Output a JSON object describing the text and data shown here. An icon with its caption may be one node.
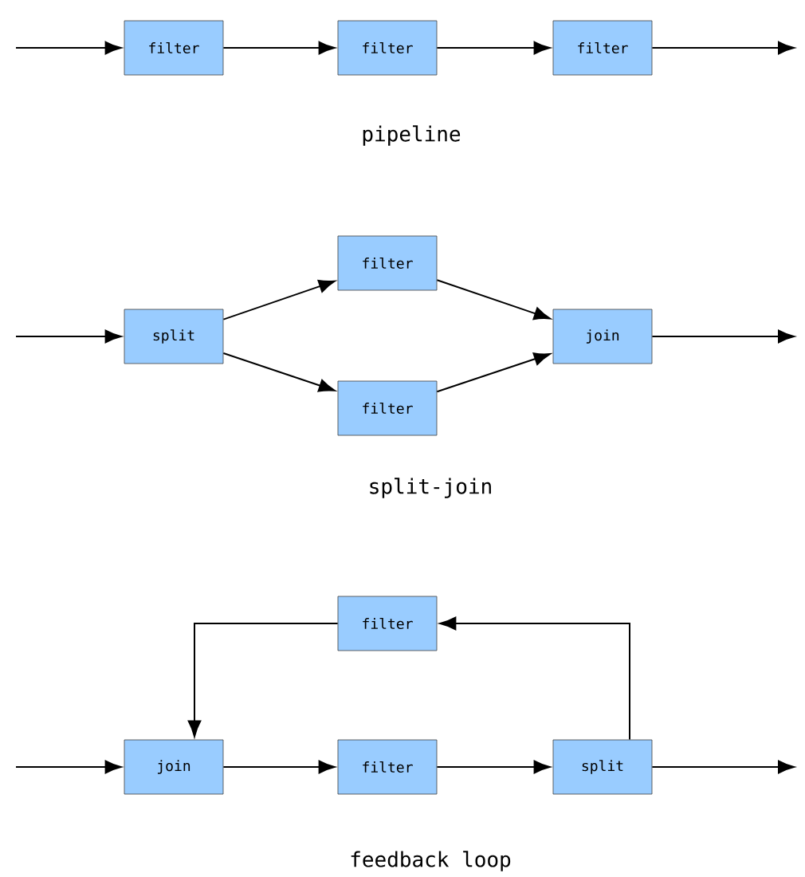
{
  "diagram": {
    "nodes": [
      {
        "text": [
          "filter"
        ]
      },
      {
        "text": [
          "filter"
        ]
      },
      {
        "text": [
          "filter"
        ]
      },
      {
        "text": [
          "split"
        ]
      },
      {
        "text": [
          "filter"
        ]
      },
      {
        "text": [
          "filter"
        ]
      },
      {
        "text": [
          "join"
        ]
      },
      {
        "text": [
          "filter"
        ]
      },
      {
        "text": [
          "join"
        ]
      },
      {
        "text": [
          "filter"
        ]
      },
      {
        "text": [
          "split"
        ]
      }
    ],
    "edges": [
      {
        "from": null,
        "to": 0,
        "arrow": "to"
      },
      {
        "from": 0,
        "to": 1,
        "arrow": "to"
      },
      {
        "from": 1,
        "to": 2,
        "arrow": "to"
      },
      {
        "from": 2,
        "to": null,
        "arrow": "to"
      },
      {
        "from": null,
        "to": 3,
        "arrow": "to"
      },
      {
        "from": 3,
        "to": 4,
        "arrow": "to"
      },
      {
        "from": 3,
        "to": 5,
        "arrow": "to"
      },
      {
        "from": 4,
        "to": 6,
        "arrow": "to"
      },
      {
        "from": 5,
        "to": 6,
        "arrow": "to"
      },
      {
        "from": 6,
        "to": null,
        "arrow": "to"
      },
      {
        "from": 10,
        "to": 7,
        "arrow": "to"
      },
      {
        "from": 7,
        "to": 8,
        "arrow": "to"
      },
      {
        "from": null,
        "to": 8,
        "arrow": "to"
      },
      {
        "from": 8,
        "to": 9,
        "arrow": "to"
      },
      {
        "from": 9,
        "to": 10,
        "arrow": "to"
      },
      {
        "from": 10,
        "to": null,
        "arrow": "to"
      }
    ],
    "labels": [
      "pipeline",
      "split-join",
      "feedback loop"
    ]
  }
}
